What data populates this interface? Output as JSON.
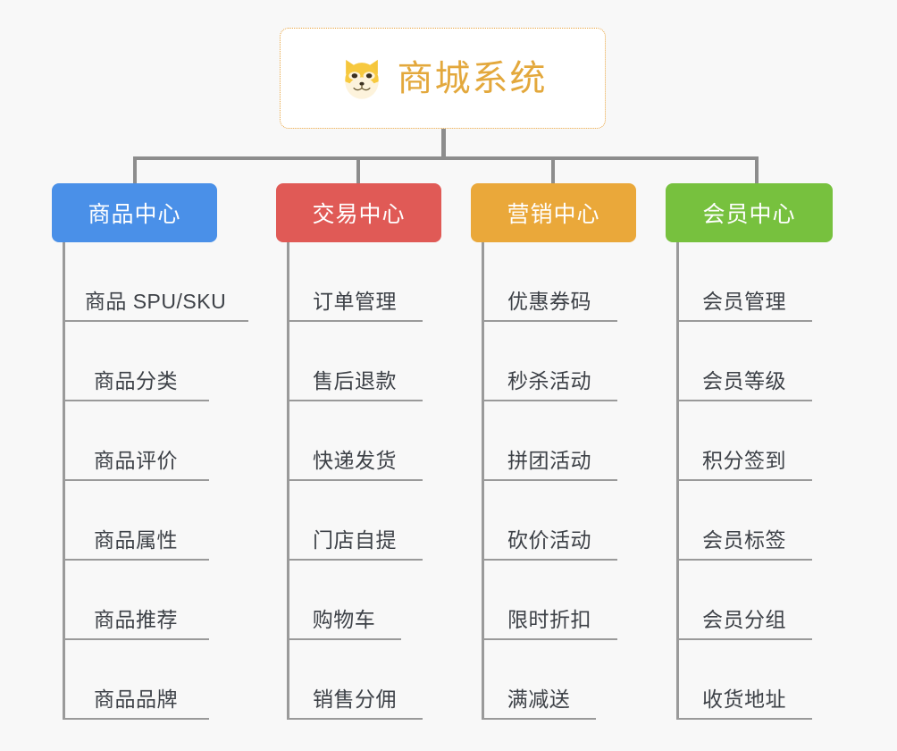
{
  "background_color": "#f8f8f8",
  "line_color": "#8d8d8d",
  "root": {
    "title": "商城系统",
    "icon": "shiba-dog-face-icon",
    "text_color": "#e3a83c",
    "border_color": "#e8a33d",
    "fill_color": "#ffffff"
  },
  "columns": [
    {
      "label": "商品中心",
      "color": "#4a90e8",
      "items": [
        "商品 SPU/SKU",
        "商品分类",
        "商品评价",
        "商品属性",
        "商品推荐",
        "商品品牌"
      ]
    },
    {
      "label": "交易中心",
      "color": "#e05a56",
      "items": [
        "订单管理",
        "售后退款",
        "快递发货",
        "门店自提",
        "购物车",
        "销售分佣"
      ]
    },
    {
      "label": "营销中心",
      "color": "#eaa83a",
      "items": [
        "优惠券码",
        "秒杀活动",
        "拼团活动",
        "砍价活动",
        "限时折扣",
        "满减送"
      ]
    },
    {
      "label": "会员中心",
      "color": "#77c13e",
      "items": [
        "会员管理",
        "会员等级",
        "积分签到",
        "会员标签",
        "会员分组",
        "收货地址"
      ]
    }
  ]
}
